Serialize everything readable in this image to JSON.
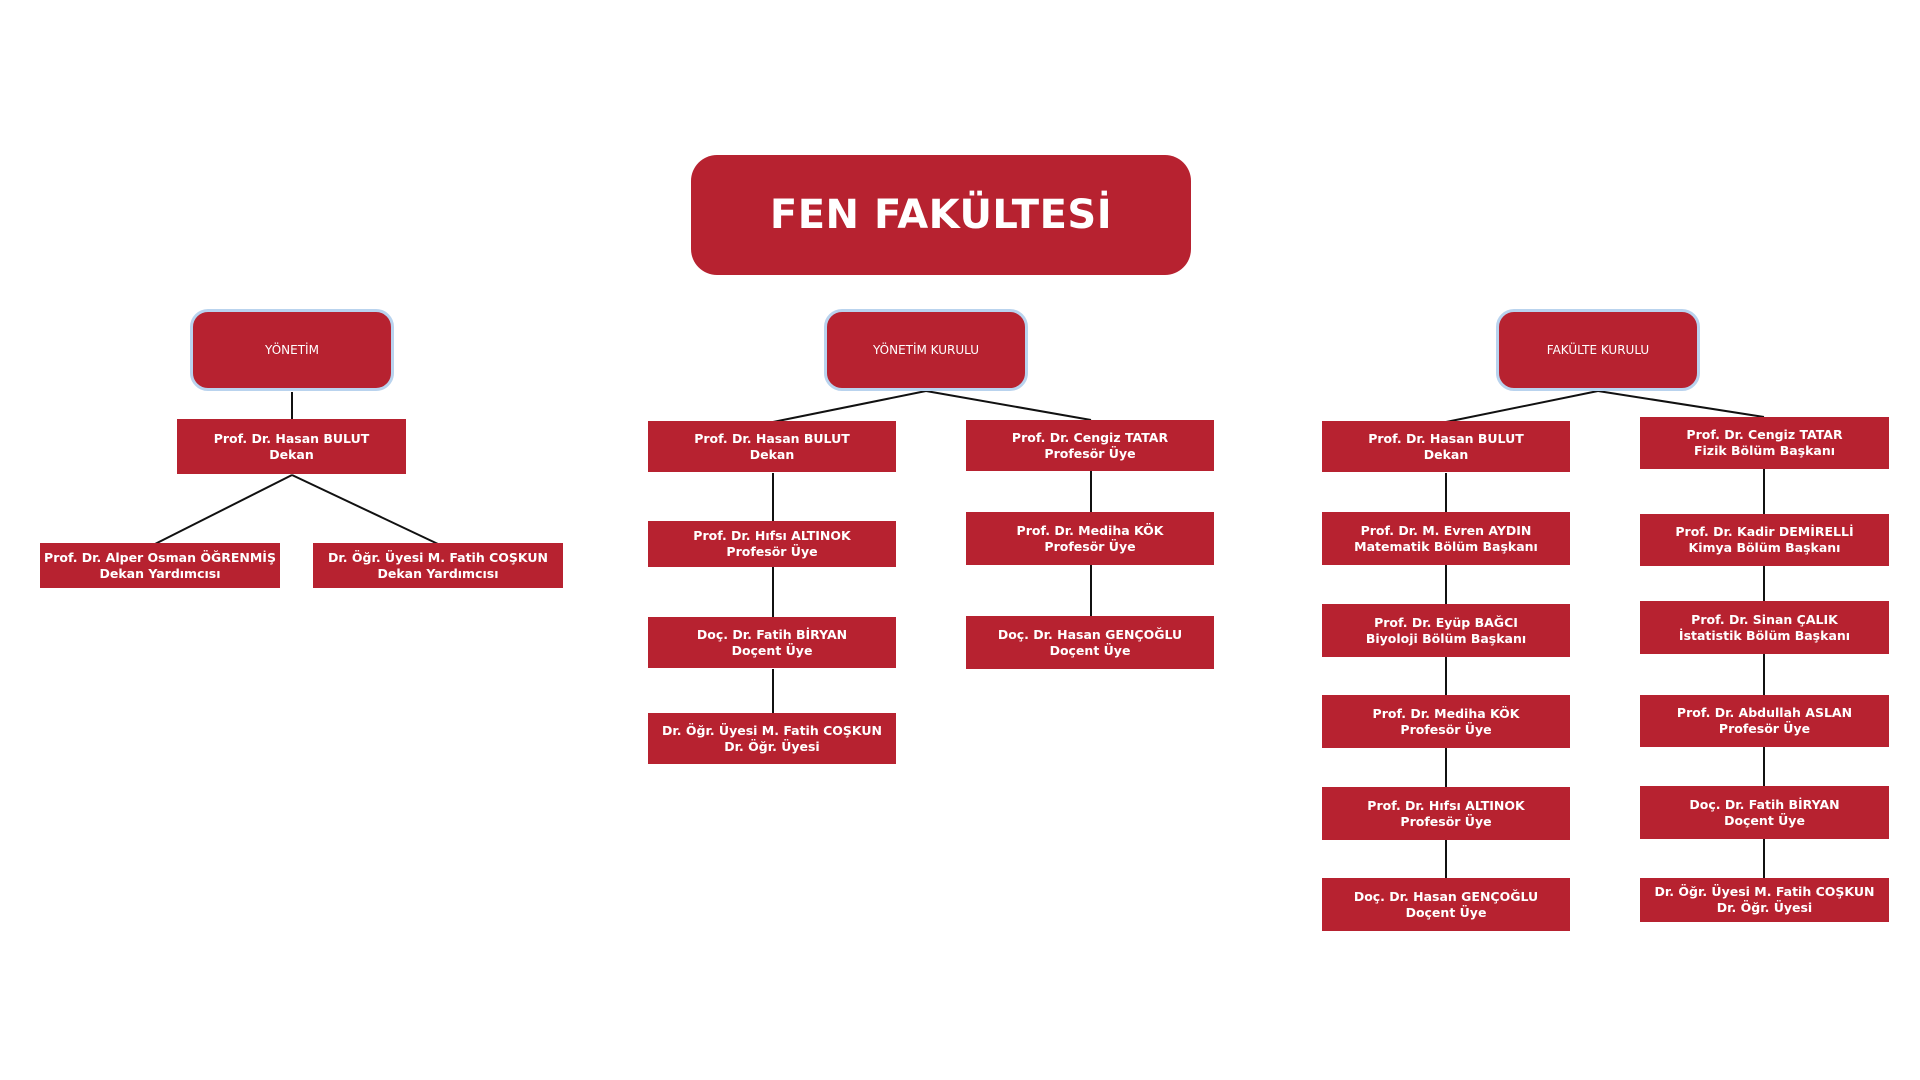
{
  "title": "FEN FAKÜLTESİ",
  "sections": {
    "yonetim": {
      "label": "YÖNETİM",
      "dean": {
        "name": "Prof. Dr. Hasan BULUT",
        "role": "Dekan"
      },
      "deputies": [
        {
          "name": "Prof. Dr. Alper Osman ÖĞRENMİŞ",
          "role": "Dekan Yardımcısı"
        },
        {
          "name": "Dr. Öğr. Üyesi M. Fatih COŞKUN",
          "role": "Dekan Yardımcısı"
        }
      ]
    },
    "yonetim_kurulu": {
      "label": "YÖNETİM KURULU",
      "left": [
        {
          "name": "Prof. Dr. Hasan BULUT",
          "role": "Dekan"
        },
        {
          "name": "Prof. Dr. Hıfsı ALTINOK",
          "role": "Profesör Üye"
        },
        {
          "name": "Doç. Dr. Fatih BİRYAN",
          "role": "Doçent Üye"
        },
        {
          "name": "Dr. Öğr. Üyesi M. Fatih COŞKUN",
          "role": "Dr. Öğr. Üyesi"
        }
      ],
      "right": [
        {
          "name": "Prof. Dr. Cengiz TATAR",
          "role": "Profesör Üye"
        },
        {
          "name": "Prof. Dr. Mediha KÖK",
          "role": "Profesör Üye"
        },
        {
          "name": "Doç. Dr. Hasan GENÇOĞLU",
          "role": "Doçent Üye"
        }
      ]
    },
    "fakulte_kurulu": {
      "label": "FAKÜLTE KURULU",
      "left": [
        {
          "name": "Prof. Dr. Hasan BULUT",
          "role": "Dekan"
        },
        {
          "name": "Prof. Dr. M. Evren AYDIN",
          "role": "Matematik Bölüm Başkanı"
        },
        {
          "name": "Prof. Dr. Eyüp BAĞCI",
          "role": "Biyoloji Bölüm Başkanı"
        },
        {
          "name": "Prof. Dr. Mediha KÖK",
          "role": "Profesör Üye"
        },
        {
          "name": "Prof. Dr. Hıfsı ALTINOK",
          "role": "Profesör Üye"
        },
        {
          "name": "Doç. Dr. Hasan GENÇOĞLU",
          "role": "Doçent Üye"
        }
      ],
      "right": [
        {
          "name": "Prof. Dr. Cengiz TATAR",
          "role": "Fizik Bölüm Başkanı"
        },
        {
          "name": "Prof. Dr. Kadir DEMİRELLİ",
          "role": "Kimya Bölüm Başkanı"
        },
        {
          "name": "Prof. Dr. Sinan ÇALIK",
          "role": "İstatistik Bölüm Başkanı"
        },
        {
          "name": "Prof. Dr. Abdullah ASLAN",
          "role": "Profesör Üye"
        },
        {
          "name": "Doç. Dr. Fatih BİRYAN",
          "role": "Doçent Üye"
        },
        {
          "name": "Dr. Öğr. Üyesi M. Fatih COŞKUN",
          "role": "Dr. Öğr. Üyesi"
        }
      ]
    }
  }
}
